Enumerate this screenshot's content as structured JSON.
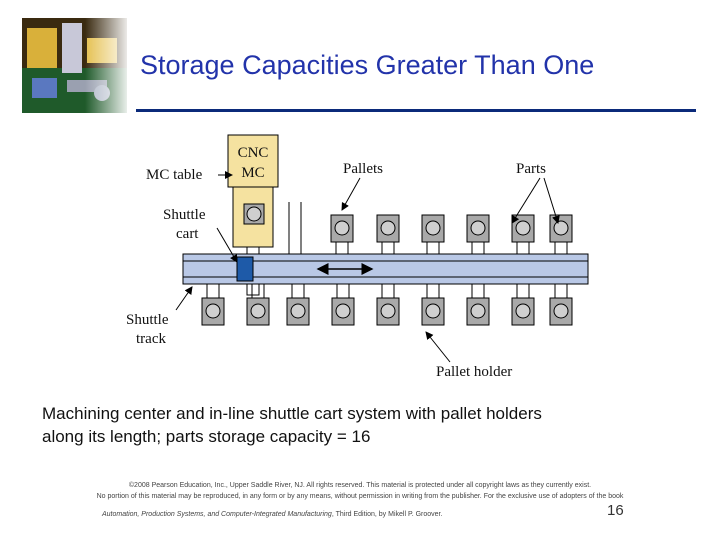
{
  "slide": {
    "title": "Storage Capacities Greater Than One",
    "caption_line1": "Machining center and in-line shuttle cart system with pallet holders",
    "caption_line2": "along its length; parts storage capacity = 16",
    "copyright_line1": "©2008 Pearson Education, Inc., Upper Saddle River, NJ. All rights reserved. This material is protected under all copyright laws as they currently exist.",
    "copyright_line2": "No portion of this material may be reproduced, in any form or by any means, without permission in writing from the publisher. For the exclusive use of adopters of the book",
    "citation_book": "Automation, Production Systems, and Computer-Integrated Manufacturing",
    "citation_rest": ", Third Edition, by Mikell P. Groover.",
    "page_number": "16"
  },
  "diagram": {
    "label_mc_table": "MC table",
    "label_cnc_line1": "CNC",
    "label_cnc_line2": "MC",
    "label_pallets": "Pallets",
    "label_parts": "Parts",
    "label_shuttle_cart_line1": "Shuttle",
    "label_shuttle_cart_line2": "cart",
    "label_shuttle_track_line1": "Shuttle",
    "label_shuttle_track_line2": "track",
    "label_pallet_holder": "Pallet holder",
    "colors": {
      "cnc_fill": "#f5e2a0",
      "track_fill": "#b9c8e6",
      "cart_fill": "#1e5aa8",
      "pallet_fill": "#a9a9a9",
      "part_fill": "#cfcfcf"
    }
  }
}
